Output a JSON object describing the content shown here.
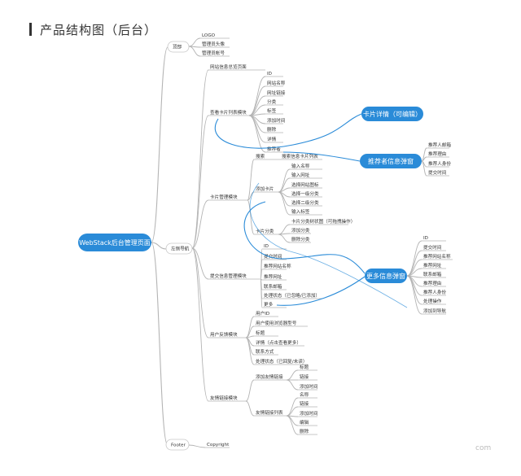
{
  "title": "产品结构图（后台）",
  "colors": {
    "accent": "#2a8bd8",
    "line": "#b4b4b4",
    "text": "#333333"
  },
  "root": "WebStack后台管理页面",
  "branches": {
    "header": {
      "label": "顶部",
      "items": [
        "LOGO",
        "管理员头像",
        "管理员帐号"
      ]
    },
    "nav": {
      "label": "左侧导航",
      "overview": "网站信息总览页面",
      "card_list": {
        "label": "查看卡片列表模块",
        "fields": [
          "ID",
          "网站名称",
          "网址链接",
          "分类",
          "标签",
          "添加时间",
          "删除",
          "详情",
          "推荐者"
        ]
      },
      "card_manage": {
        "label": "卡片管理模块",
        "search": {
          "label": "搜索",
          "desc": "搜索信息卡片列表"
        },
        "add_card": {
          "label": "添加卡片",
          "items": [
            "输入名称",
            "输入网址",
            "选择网站图标",
            "选择一级分类",
            "选择二级分类",
            "输入标签"
          ]
        },
        "card_category": {
          "label": "卡片分类",
          "items": [
            "卡片分类树状图（可拖拽操作）",
            "添加分类",
            "删除分类"
          ]
        }
      },
      "submit_manage": {
        "label": "提交信息管理模块",
        "items": [
          "ID",
          "提交时间",
          "推荐网站名称",
          "推荐网址",
          "联系邮箱",
          "处理状态（已忽略/已添加）",
          "更多"
        ]
      },
      "feedback": {
        "label": "用户反馈模块",
        "items": [
          "用户ID",
          "用户使用浏览器型号",
          "标题",
          "详情（点击查看更多）",
          "联系方式",
          "处理状态（已回复/未读）"
        ]
      },
      "friend_links": {
        "label": "友情链接模块",
        "add_link": {
          "label": "添加友情链接",
          "items": [
            "标题",
            "链接",
            "添加时间"
          ]
        },
        "link_list": {
          "label": "友情链接列表",
          "items": [
            "名称",
            "链接",
            "添加时间",
            "编辑",
            "删除"
          ]
        }
      }
    },
    "footer": {
      "label": "Footer",
      "copyright": "Copyright"
    }
  },
  "popups": {
    "card_detail": {
      "label": "卡片详情（可编辑）"
    },
    "recommender": {
      "label": "推荐者信息弹窗",
      "items": [
        "推荐人邮箱",
        "推荐理由",
        "推荐人身份",
        "提交时间"
      ]
    },
    "more_info": {
      "label": "更多信息弹窗",
      "items": [
        "ID",
        "提交时间",
        "推荐网站名称",
        "推荐网址",
        "联系邮箱",
        "推荐理由",
        "推荐人身份",
        "处理操作",
        "添加到导航"
      ]
    }
  },
  "watermark": "com"
}
